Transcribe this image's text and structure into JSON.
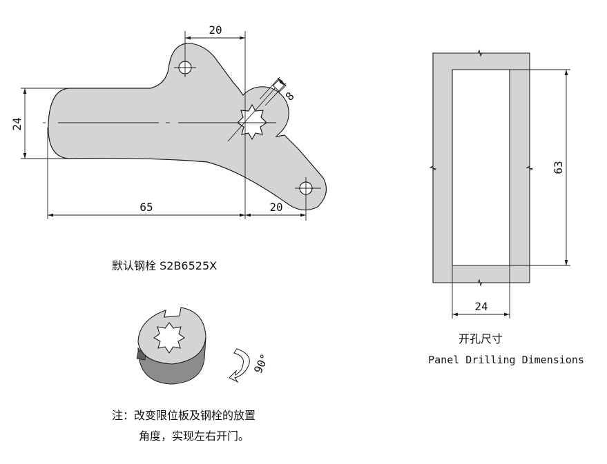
{
  "lever": {
    "dim_top": "20",
    "dim_left": "24",
    "dim_bottom_main": "65",
    "dim_bottom_right": "20",
    "dim_square": "8",
    "caption": "默认钢栓 S2B6525X"
  },
  "cam": {
    "rotation": "90°",
    "note_line1": "注：改变限位板及钢栓的放置",
    "note_line2": "角度，实现左右开门。"
  },
  "panel": {
    "dim_width": "24",
    "dim_height": "63",
    "title_cn": "开孔尺寸",
    "title_en": "Panel Drilling Dimensions"
  },
  "colors": {
    "part_fill": "#d4d4d4",
    "cam_side": "#8c8c8c",
    "line": "#1a1a1a"
  }
}
